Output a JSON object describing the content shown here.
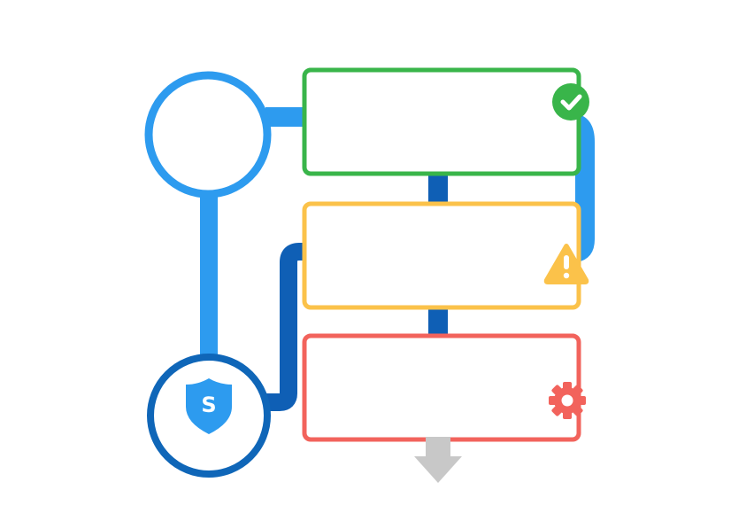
{
  "diagram": {
    "title": "",
    "colors": {
      "node_primary": "#2d9bef",
      "node_secondary": "#0f66b8",
      "connector_dark": "#0f5fb5",
      "connector_light": "#2d9bef",
      "success": "#39b54a",
      "warning": "#fbc24a",
      "error": "#f2635c",
      "arrow": "#c8c8c8",
      "background": "#ffffff"
    },
    "nodes": [
      {
        "id": "top-circle",
        "shape": "circle",
        "label": "",
        "icon": null
      },
      {
        "id": "bottom-circle",
        "shape": "circle",
        "label": "",
        "icon": "shield-s-icon",
        "icon_letter": "S"
      }
    ],
    "boxes": [
      {
        "id": "box-success",
        "status": "success",
        "label": "",
        "icon": "check-circle-icon"
      },
      {
        "id": "box-warning",
        "status": "warning",
        "label": "",
        "icon": "warning-triangle-icon"
      },
      {
        "id": "box-error",
        "status": "error",
        "label": "",
        "icon": "gear-icon"
      }
    ],
    "edges": [
      {
        "from": "top-circle",
        "to": "box-success"
      },
      {
        "from": "top-circle",
        "to": "bottom-circle"
      },
      {
        "from": "bottom-circle",
        "to": "box-warning"
      },
      {
        "from": "box-success",
        "to": "box-warning"
      },
      {
        "from": "box-warning",
        "to": "box-error"
      },
      {
        "from": "box-success",
        "to": "box-warning",
        "side": "right"
      },
      {
        "from": "box-error",
        "to": "next",
        "type": "arrow-down"
      }
    ]
  }
}
